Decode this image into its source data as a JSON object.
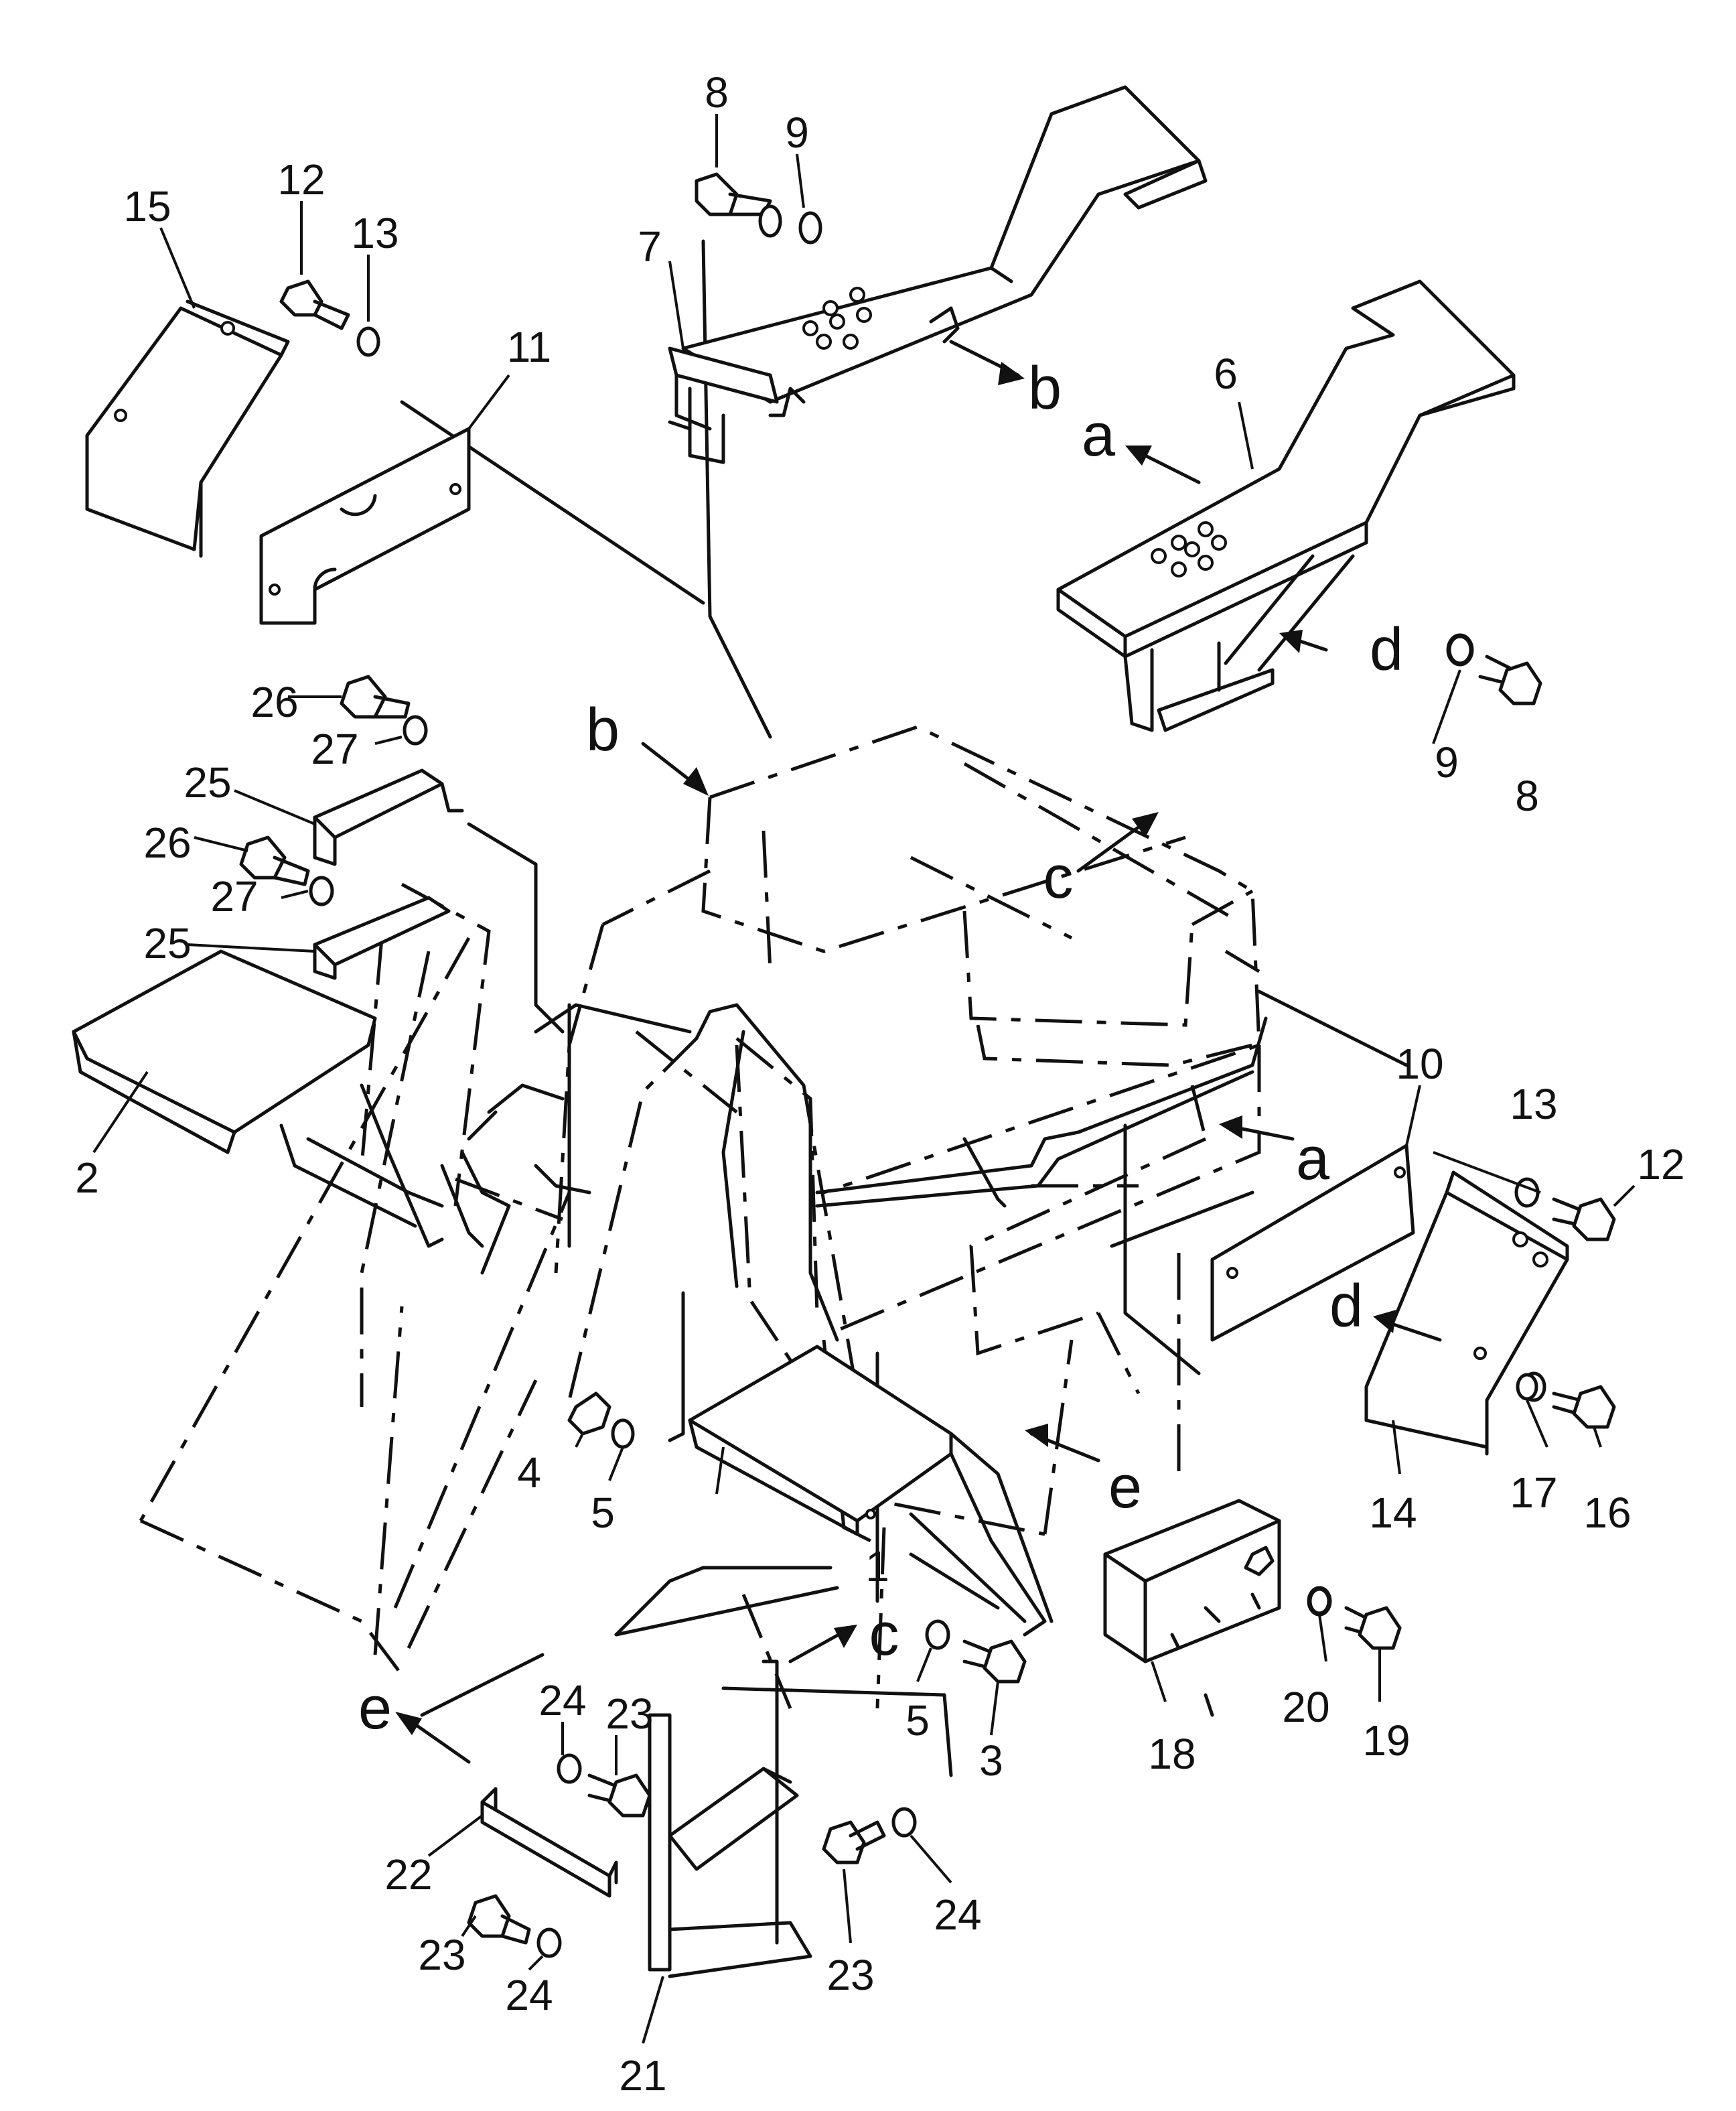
{
  "part_labels": [
    {
      "id": "1",
      "text": "1"
    },
    {
      "id": "2",
      "text": "2"
    },
    {
      "id": "3",
      "text": "3"
    },
    {
      "id": "4",
      "text": "4"
    },
    {
      "id": "5a",
      "text": "5"
    },
    {
      "id": "5b",
      "text": "5"
    },
    {
      "id": "6",
      "text": "6"
    },
    {
      "id": "7",
      "text": "7"
    },
    {
      "id": "8a",
      "text": "8"
    },
    {
      "id": "8b",
      "text": "8"
    },
    {
      "id": "9a",
      "text": "9"
    },
    {
      "id": "9b",
      "text": "9"
    },
    {
      "id": "10",
      "text": "10"
    },
    {
      "id": "11",
      "text": "11"
    },
    {
      "id": "12a",
      "text": "12"
    },
    {
      "id": "12b",
      "text": "12"
    },
    {
      "id": "13a",
      "text": "13"
    },
    {
      "id": "13b",
      "text": "13"
    },
    {
      "id": "14",
      "text": "14"
    },
    {
      "id": "15",
      "text": "15"
    },
    {
      "id": "16",
      "text": "16"
    },
    {
      "id": "17",
      "text": "17"
    },
    {
      "id": "18",
      "text": "18"
    },
    {
      "id": "19",
      "text": "19"
    },
    {
      "id": "20",
      "text": "20"
    },
    {
      "id": "21",
      "text": "21"
    },
    {
      "id": "22",
      "text": "22"
    },
    {
      "id": "23a",
      "text": "23"
    },
    {
      "id": "23b",
      "text": "23"
    },
    {
      "id": "23c",
      "text": "23"
    },
    {
      "id": "24a",
      "text": "24"
    },
    {
      "id": "24b",
      "text": "24"
    },
    {
      "id": "24c",
      "text": "24"
    },
    {
      "id": "25a",
      "text": "25"
    },
    {
      "id": "25b",
      "text": "25"
    },
    {
      "id": "26a",
      "text": "26"
    },
    {
      "id": "26b",
      "text": "26"
    },
    {
      "id": "27a",
      "text": "27"
    },
    {
      "id": "27b",
      "text": "27"
    }
  ],
  "reference_letters": [
    {
      "id": "a1",
      "text": "a"
    },
    {
      "id": "a2",
      "text": "a"
    },
    {
      "id": "b1",
      "text": "b"
    },
    {
      "id": "b2",
      "text": "b"
    },
    {
      "id": "c1",
      "text": "c"
    },
    {
      "id": "c2",
      "text": "c"
    },
    {
      "id": "d1",
      "text": "d"
    },
    {
      "id": "d2",
      "text": "d"
    },
    {
      "id": "e1",
      "text": "e"
    },
    {
      "id": "e2",
      "text": "e"
    }
  ]
}
